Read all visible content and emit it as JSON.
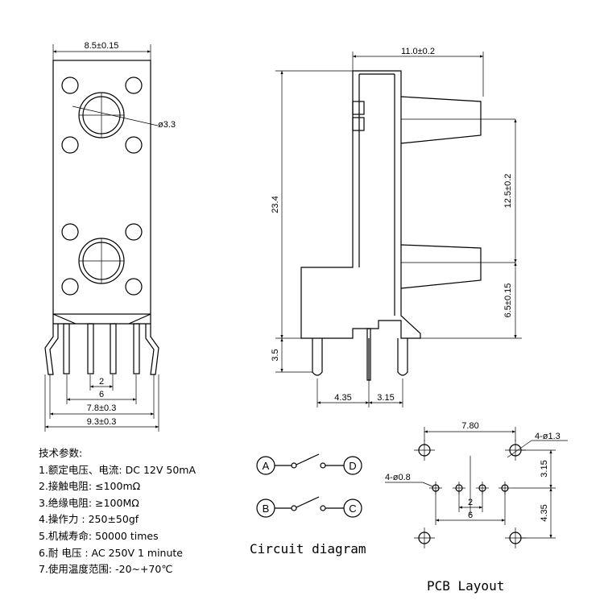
{
  "dimensions": {
    "front_width": "8.5±0.15",
    "knob_dia": "ø3.3",
    "pin_pitch": "2",
    "pin_span": "6",
    "leg_span": "7.8±0.3",
    "total_width": "9.3±0.3",
    "side_depth": "11.0±0.2",
    "height": "23.4",
    "knob_pitch": "12.5±0.2",
    "bottom_knob": "6.5±0.15",
    "lead_len": "3.5",
    "lead_a": "4.35",
    "lead_b": "3.15"
  },
  "specs": {
    "heading": "技术参数:",
    "items": [
      "1.额定电压、电流: DC 12V 50mA",
      "2.接触电阻: ≤100mΩ",
      "3.绝缘电阻: ≥100MΩ",
      "4.操作力  : 250±50gf",
      "5.机械寿命: 50000 times",
      "6.耐 电压 : AC 250V 1 minute",
      "7.使用温度范围: -20~+70℃"
    ]
  },
  "circuit": {
    "caption": "Circuit diagram",
    "nodes": [
      "A",
      "D",
      "B",
      "C"
    ]
  },
  "pcb": {
    "caption": "PCB Layout",
    "top_span": "7.80",
    "big_hole": "4-ø1.3",
    "small_hole": "4-ø0.8",
    "vert_a": "3.15",
    "vert_b": "4.35",
    "pitch": "2",
    "span": "6"
  }
}
